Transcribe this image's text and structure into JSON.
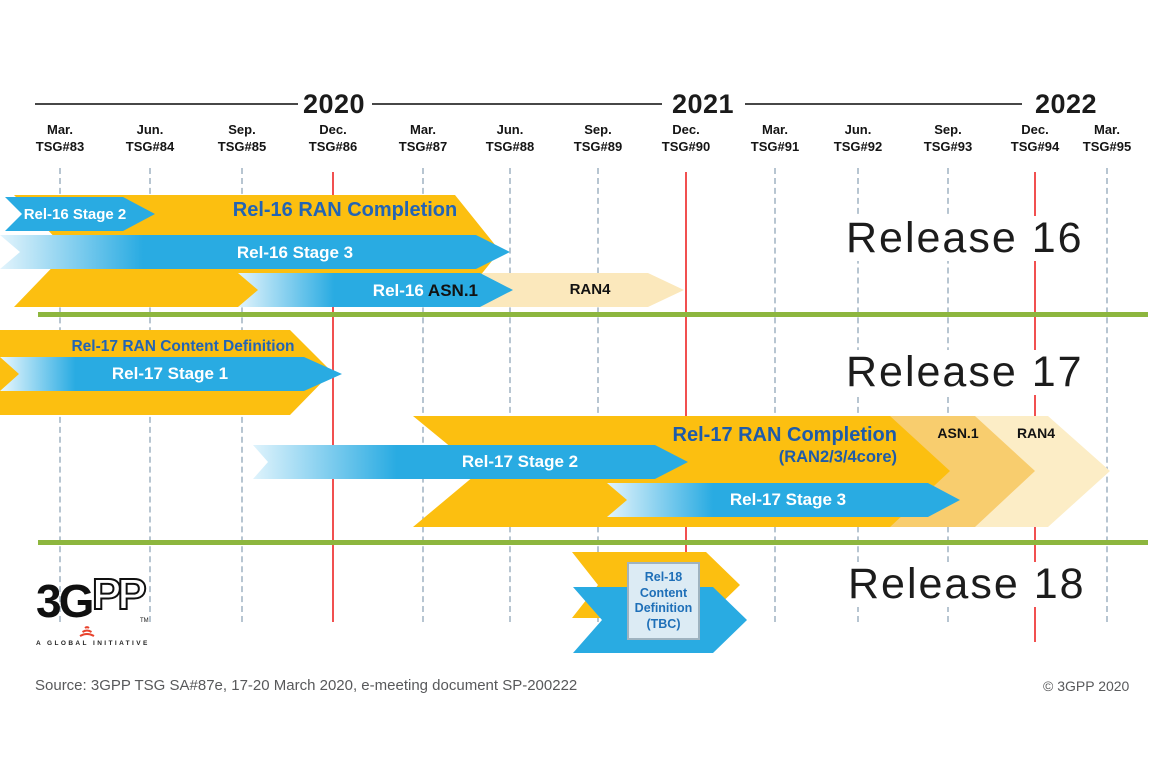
{
  "header": {
    "years": [
      "2020",
      "2021",
      "2022"
    ],
    "meetings": [
      {
        "month": "Mar.",
        "tsg": "TSG#83"
      },
      {
        "month": "Jun.",
        "tsg": "TSG#84"
      },
      {
        "month": "Sep.",
        "tsg": "TSG#85"
      },
      {
        "month": "Dec.",
        "tsg": "TSG#86"
      },
      {
        "month": "Mar.",
        "tsg": "TSG#87"
      },
      {
        "month": "Jun.",
        "tsg": "TSG#88"
      },
      {
        "month": "Sep.",
        "tsg": "TSG#89"
      },
      {
        "month": "Dec.",
        "tsg": "TSG#90"
      },
      {
        "month": "Mar.",
        "tsg": "TSG#91"
      },
      {
        "month": "Jun.",
        "tsg": "TSG#92"
      },
      {
        "month": "Sep.",
        "tsg": "TSG#93"
      },
      {
        "month": "Dec.",
        "tsg": "TSG#94"
      },
      {
        "month": "Mar.",
        "tsg": "TSG#95"
      }
    ]
  },
  "release16": {
    "label": "Release 16",
    "ran_completion": "Rel-16 RAN Completion",
    "stage2": "Rel-16 Stage 2",
    "stage3": "Rel-16 Stage 3",
    "asn1_prefix": "Rel-16 ",
    "asn1": "ASN.1",
    "ran4": "RAN4"
  },
  "release17": {
    "label": "Release 17",
    "content_definition": "Rel-17 RAN Content Definition",
    "stage1": "Rel-17 Stage 1",
    "stage2": "Rel-17 Stage 2",
    "completion": "Rel-17 RAN Completion",
    "completion_sub": "(RAN2/3/4core)",
    "stage3": "Rel-17 Stage 3",
    "asn1": "ASN.1",
    "ran4": "RAN4"
  },
  "release18": {
    "label": "Release 18",
    "box_lines": [
      "Rel-18",
      "Content",
      "Definition",
      "(TBC)"
    ]
  },
  "footer": {
    "source": "Source: 3GPP TSG SA#87e, 17-20 March 2020, e-meeting document SP-200222",
    "copyright": "© 3GPP 2020",
    "logo_text": "3G",
    "logo_text2": "PP",
    "logo_tm": "TM",
    "logo_tagline": "A GLOBAL INITIATIVE"
  },
  "colors": {
    "yellow": "#FCBF10",
    "blue": "#29ABE2",
    "pale_yellow": "#FBE8BC",
    "mid_yellow": "#F8CD6E",
    "palest_yellow": "#FCEDC6",
    "green": "#8DB63E",
    "red": "#F15050",
    "grid": "#B7C5D1",
    "title_blue": "#2364B4",
    "deep_blue": "#1E5BA9"
  }
}
